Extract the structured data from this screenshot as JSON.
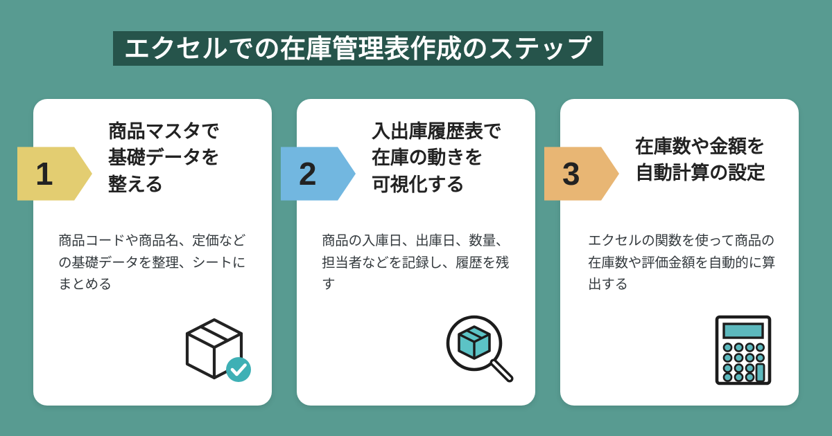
{
  "poster": {
    "background_color": "#589b91",
    "title": {
      "text": "エクセルでの在庫管理表作成のステップ",
      "banner_color": "#26544b",
      "text_color": "#ffffff"
    }
  },
  "steps": [
    {
      "number": "1",
      "badge_color": "#e3cd71",
      "heading": "商品マスタで基礎データを整える",
      "heading_lines": [
        "商品マスタで",
        "基礎データを",
        "整える"
      ],
      "body": "商品コードや商品名、定価などの基礎データを整理、シートにまとめる",
      "icon": "box-check-icon",
      "icon_accent_color": "#3eb0b5"
    },
    {
      "number": "2",
      "badge_color": "#72b7e0",
      "heading": "入出庫履歴表で在庫の動きを可視化する",
      "heading_lines": [
        "入出庫履歴表で",
        "在庫の動きを",
        "可視化する"
      ],
      "body": "商品の入庫日、出庫日、数量、担当者などを記録し、履歴を残す",
      "icon": "box-magnifier-icon",
      "icon_accent_color": "#5cc3c6"
    },
    {
      "number": "3",
      "badge_color": "#e8b674",
      "heading": "在庫数や金額を自動計算の設定",
      "heading_lines": [
        "在庫数や金額を",
        "自動計算の設定"
      ],
      "body": "エクセルの関数を使って商品の在庫数や評価金額を自動的に算出する",
      "icon": "calculator-icon",
      "icon_accent_color": "#5cb8bd"
    }
  ]
}
